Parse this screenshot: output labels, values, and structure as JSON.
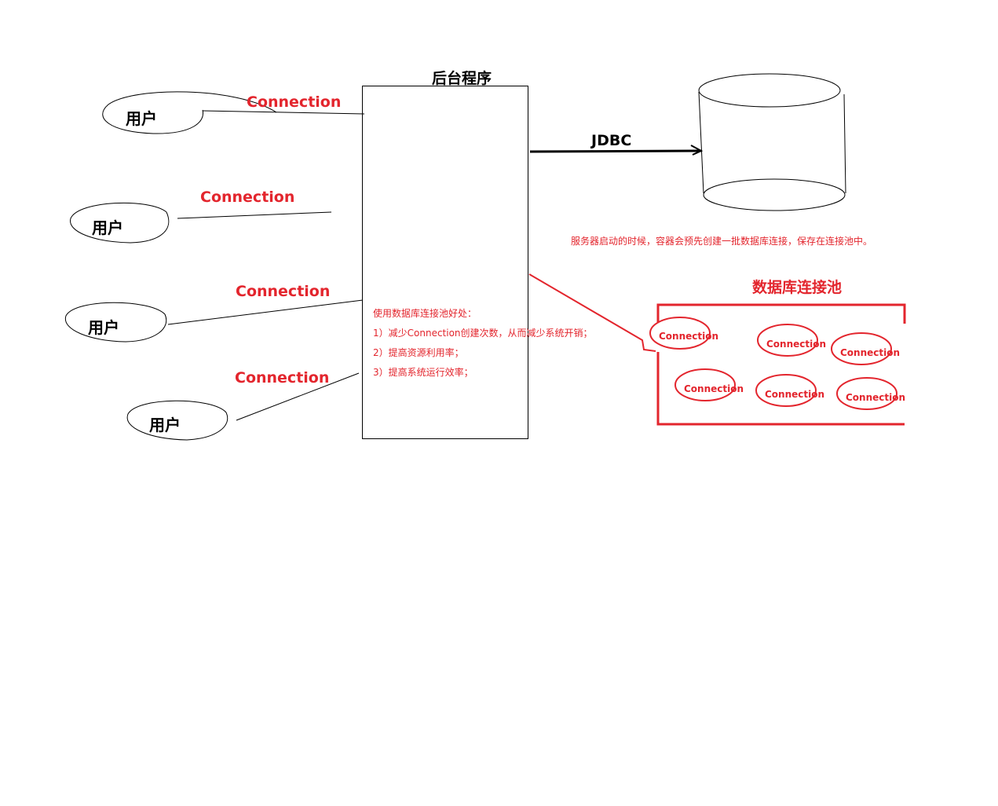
{
  "users": [
    {
      "label": "用户",
      "connection_label": "Connection"
    },
    {
      "label": "用户",
      "connection_label": "Connection"
    },
    {
      "label": "用户",
      "connection_label": "Connection"
    },
    {
      "label": "用户",
      "connection_label": "Connection"
    }
  ],
  "backend": {
    "title": "后台程序",
    "benefits": {
      "heading": "使用数据库连接池好处：",
      "items": [
        "1）减少Connection创建次数，从而减少系统开销；",
        "2）提高资源利用率；",
        "3）提高系统运行效率；"
      ]
    }
  },
  "jdbc_label": "JDBC",
  "database": {
    "note": "服务器启动的时候，容器会预先创建一批数据库连接，保存在连接池中。"
  },
  "pool": {
    "title": "数据库连接池",
    "connections": [
      "Connection",
      "Connection",
      "Connection",
      "Connection",
      "Connection",
      "Connection"
    ]
  },
  "colors": {
    "accent_red": "#e3252d",
    "ink": "#000000"
  }
}
